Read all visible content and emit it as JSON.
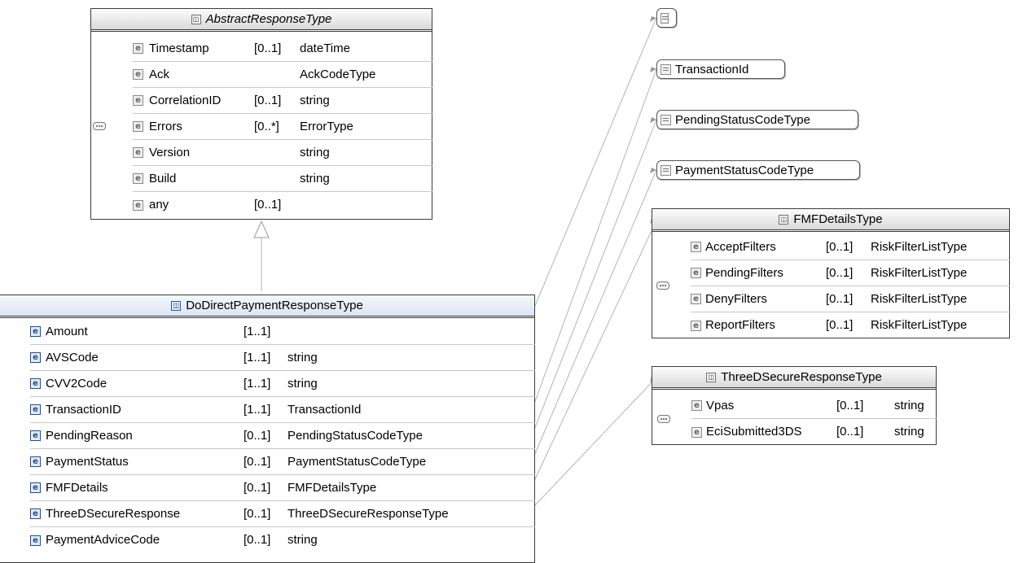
{
  "abstract_type": {
    "title": "AbstractResponseType",
    "rows": [
      {
        "name": "Timestamp",
        "card": "[0..1]",
        "type": "dateTime"
      },
      {
        "name": "Ack",
        "card": "",
        "type": "AckCodeType"
      },
      {
        "name": "CorrelationID",
        "card": "[0..1]",
        "type": "string"
      },
      {
        "name": "Errors",
        "card": "[0..*]",
        "type": "ErrorType"
      },
      {
        "name": "Version",
        "card": "",
        "type": "string"
      },
      {
        "name": "Build",
        "card": "",
        "type": "string"
      },
      {
        "name": "any",
        "card": "[0..1]",
        "type": ""
      }
    ]
  },
  "main_type": {
    "title": "DoDirectPaymentResponseType",
    "rows": [
      {
        "name": "Amount",
        "card": "[1..1]",
        "type": ""
      },
      {
        "name": "AVSCode",
        "card": "[1..1]",
        "type": "string"
      },
      {
        "name": "CVV2Code",
        "card": "[1..1]",
        "type": "string"
      },
      {
        "name": "TransactionID",
        "card": "[1..1]",
        "type": "TransactionId"
      },
      {
        "name": "PendingReason",
        "card": "[0..1]",
        "type": "PendingStatusCodeType"
      },
      {
        "name": "PaymentStatus",
        "card": "[0..1]",
        "type": "PaymentStatusCodeType"
      },
      {
        "name": "FMFDetails",
        "card": "[0..1]",
        "type": "FMFDetailsType"
      },
      {
        "name": "ThreeDSecureResponse",
        "card": "[0..1]",
        "type": "ThreeDSecureResponseType"
      },
      {
        "name": "PaymentAdviceCode",
        "card": "[0..1]",
        "type": "string"
      }
    ]
  },
  "simple_types": [
    {
      "label": ""
    },
    {
      "label": "TransactionId"
    },
    {
      "label": "PendingStatusCodeType"
    },
    {
      "label": "PaymentStatusCodeType"
    }
  ],
  "fmf_type": {
    "title": "FMFDetailsType",
    "rows": [
      {
        "name": "AcceptFilters",
        "card": "[0..1]",
        "type": "RiskFilterListType"
      },
      {
        "name": "PendingFilters",
        "card": "[0..1]",
        "type": "RiskFilterListType"
      },
      {
        "name": "DenyFilters",
        "card": "[0..1]",
        "type": "RiskFilterListType"
      },
      {
        "name": "ReportFilters",
        "card": "[0..1]",
        "type": "RiskFilterListType"
      }
    ]
  },
  "three_d_type": {
    "title": "ThreeDSecureResponseType",
    "rows": [
      {
        "name": "Vpas",
        "card": "[0..1]",
        "type": "string"
      },
      {
        "name": "EciSubmitted3DS",
        "card": "[0..1]",
        "type": "string"
      }
    ]
  },
  "icons": {
    "element": "element-icon",
    "any": "any-element-icon",
    "simple_type": "simple-type-icon",
    "complex_type": "complex-type-icon",
    "sequence": "sequence-compositor-icon"
  }
}
